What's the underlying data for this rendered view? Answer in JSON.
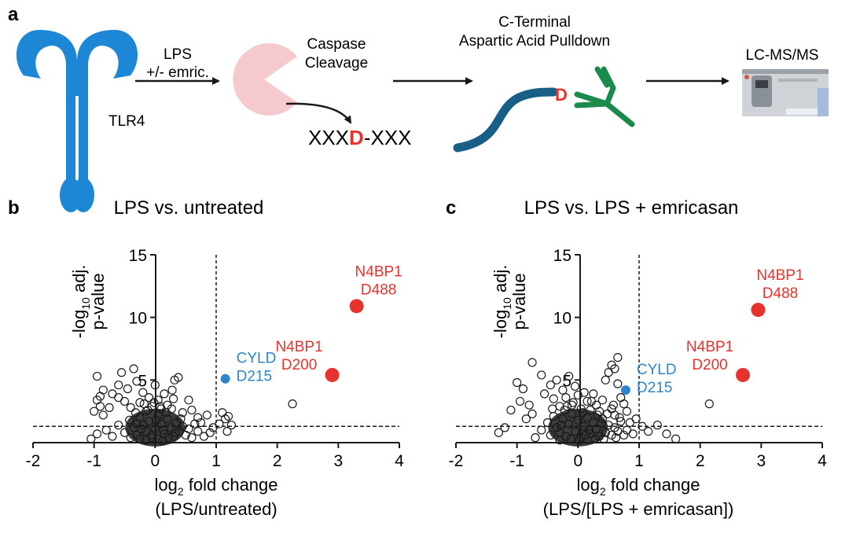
{
  "panel_a": {
    "letter": "a",
    "receptor_label": "TLR4",
    "treatment_line1": "LPS",
    "treatment_line2": "+/- emric.",
    "caspase_line1": "Caspase",
    "caspase_line2": "Cleavage",
    "substrate_left": "XXX",
    "substrate_site": "D",
    "substrate_right": "-XXX",
    "pulldown_line1": "C-Terminal",
    "pulldown_line2": "Aspartic Acid Pulldown",
    "peptide_residue": "D",
    "instrument_label": "LC-MS/MS"
  },
  "colors": {
    "receptor": "#1d87d6",
    "caspase": "#f6c9cf",
    "peptide": "#175f86",
    "antibody": "#1b8a4d",
    "highlight_red": "#e8322d",
    "highlight_blue": "#2e86c8"
  },
  "chart_data": [
    {
      "type": "scatter",
      "panel_letter": "b",
      "title": "LPS vs. untreated",
      "ylabel_line1_prefix": "-log",
      "ylabel_line1_sub": "10",
      "ylabel_line1_suffix": " adj.",
      "ylabel_line2": "p-value",
      "xlabel_prefix": "log",
      "xlabel_sub": "2",
      "xlabel_suffix": " fold change",
      "xlabel_line2": "(LPS/untreated)",
      "xlim": [
        -2,
        4
      ],
      "ylim": [
        0,
        15
      ],
      "xticks": [
        "-2",
        "-1",
        "0",
        "1",
        "2",
        "3",
        "4"
      ],
      "yticks": [
        "5",
        "10",
        "15"
      ],
      "vline_x": 1,
      "hline_y": 1.3,
      "highlighted": [
        {
          "label_line1": "N4BP1",
          "label_line2": "D488",
          "x": 3.3,
          "y": 10.9,
          "color": "red"
        },
        {
          "label_line1": "N4BP1",
          "label_line2": "D200",
          "x": 2.9,
          "y": 5.4,
          "color": "red"
        },
        {
          "label_line1": "CYLD",
          "label_line2": "D215",
          "x": 1.15,
          "y": 5.1,
          "color": "blue"
        }
      ],
      "background_points": [
        [
          -0.95,
          5.3
        ],
        [
          -0.85,
          4.2
        ],
        [
          -0.9,
          3.7
        ],
        [
          -0.95,
          3.4
        ],
        [
          -0.9,
          2.9
        ],
        [
          -1.0,
          2.5
        ],
        [
          -0.85,
          2.2
        ],
        [
          -0.75,
          2.8
        ],
        [
          -0.7,
          3.9
        ],
        [
          -0.6,
          3.6
        ],
        [
          -0.55,
          5.6
        ],
        [
          -0.6,
          4.6
        ],
        [
          -0.5,
          3.3
        ],
        [
          -0.45,
          4.3
        ],
        [
          -0.35,
          5.9
        ],
        [
          -0.4,
          2.8
        ],
        [
          -0.3,
          4.9
        ],
        [
          -0.25,
          3.2
        ],
        [
          -0.2,
          4.0
        ],
        [
          -0.15,
          2.5
        ],
        [
          -0.1,
          3.6
        ],
        [
          -0.05,
          2.9
        ],
        [
          0.0,
          4.6
        ],
        [
          0.05,
          3.4
        ],
        [
          0.1,
          2.7
        ],
        [
          0.15,
          3.9
        ],
        [
          0.2,
          3.0
        ],
        [
          0.28,
          4.2
        ],
        [
          0.32,
          5.0
        ],
        [
          0.38,
          5.2
        ],
        [
          0.3,
          3.5
        ],
        [
          0.45,
          2.4
        ],
        [
          0.55,
          3.4
        ],
        [
          0.6,
          2.6
        ],
        [
          0.7,
          2.0
        ],
        [
          0.75,
          1.6
        ],
        [
          0.85,
          2.2
        ],
        [
          0.95,
          1.2
        ],
        [
          0.9,
          0.8
        ],
        [
          0.65,
          1.5
        ],
        [
          1.1,
          2.4
        ],
        [
          1.2,
          2.1
        ],
        [
          1.05,
          1.5
        ],
        [
          1.15,
          1.9
        ],
        [
          1.25,
          1.4
        ],
        [
          1.18,
          0.9
        ],
        [
          2.25,
          3.1
        ],
        [
          -1.05,
          0.3
        ],
        [
          -0.95,
          0.7
        ],
        [
          -0.8,
          1.0
        ],
        [
          -0.7,
          0.5
        ],
        [
          -0.6,
          1.4
        ],
        [
          -0.5,
          0.8
        ],
        [
          -0.42,
          1.8
        ],
        [
          -0.35,
          1.2
        ],
        [
          -0.3,
          0.6
        ],
        [
          -0.25,
          2.0
        ],
        [
          -0.2,
          1.4
        ],
        [
          -0.15,
          0.9
        ],
        [
          -0.1,
          1.7
        ],
        [
          -0.05,
          0.4
        ],
        [
          0.0,
          1.1
        ],
        [
          0.05,
          2.2
        ],
        [
          0.1,
          1.5
        ],
        [
          0.15,
          0.7
        ],
        [
          0.2,
          1.9
        ],
        [
          0.25,
          1.2
        ],
        [
          0.3,
          0.5
        ],
        [
          0.35,
          1.6
        ],
        [
          0.4,
          0.9
        ],
        [
          0.45,
          1.3
        ],
        [
          0.5,
          0.6
        ],
        [
          0.55,
          1.1
        ],
        [
          0.6,
          0.4
        ],
        [
          0.7,
          0.9
        ],
        [
          0.8,
          0.5
        ],
        [
          -0.25,
          0.3
        ],
        [
          -0.15,
          0.2
        ],
        [
          -0.05,
          0.6
        ],
        [
          0.05,
          0.3
        ],
        [
          0.12,
          0.15
        ],
        [
          0.22,
          0.4
        ],
        [
          -0.3,
          1.5
        ],
        [
          -0.12,
          2.6
        ],
        [
          0.08,
          2.9
        ],
        [
          0.18,
          2.4
        ],
        [
          -0.4,
          0.4
        ],
        [
          -0.32,
          2.4
        ],
        [
          -0.22,
          1.1
        ],
        [
          -0.18,
          3.1
        ],
        [
          -0.02,
          3.2
        ],
        [
          0.02,
          1.8
        ],
        [
          0.13,
          1.0
        ],
        [
          0.27,
          2.7
        ],
        [
          0.33,
          0.8
        ],
        [
          0.42,
          1.9
        ]
      ]
    },
    {
      "type": "scatter",
      "panel_letter": "c",
      "title": "LPS vs. LPS + emricasan",
      "ylabel_line1_prefix": "-log",
      "ylabel_line1_sub": "10",
      "ylabel_line1_suffix": " adj.",
      "ylabel_line2": "p-value",
      "xlabel_prefix": "log",
      "xlabel_sub": "2",
      "xlabel_suffix": " fold change",
      "xlabel_line2": "(LPS/[LPS + emricasan])",
      "xlim": [
        -2,
        4
      ],
      "ylim": [
        0,
        15
      ],
      "xticks": [
        "-2",
        "-1",
        "0",
        "1",
        "2",
        "3",
        "4"
      ],
      "yticks": [
        "5",
        "10",
        "15"
      ],
      "vline_x": 1,
      "hline_y": 1.3,
      "highlighted": [
        {
          "label_line1": "N4BP1",
          "label_line2": "D488",
          "x": 2.95,
          "y": 10.6,
          "color": "red"
        },
        {
          "label_line1": "N4BP1",
          "label_line2": "D200",
          "x": 2.7,
          "y": 5.4,
          "color": "red"
        },
        {
          "label_line1": "CYLD",
          "label_line2": "D215",
          "x": 0.78,
          "y": 4.2,
          "color": "blue"
        }
      ],
      "background_points": [
        [
          -0.75,
          6.4
        ],
        [
          -1.0,
          4.8
        ],
        [
          -0.9,
          4.3
        ],
        [
          -0.95,
          3.3
        ],
        [
          -0.8,
          3.0
        ],
        [
          -1.1,
          2.6
        ],
        [
          -0.75,
          2.3
        ],
        [
          -0.85,
          1.9
        ],
        [
          -1.2,
          1.2
        ],
        [
          -1.3,
          0.8
        ],
        [
          -0.6,
          5.4
        ],
        [
          -0.55,
          3.9
        ],
        [
          -0.45,
          4.6
        ],
        [
          -0.4,
          3.5
        ],
        [
          -0.35,
          5.0
        ],
        [
          -0.3,
          2.9
        ],
        [
          -0.25,
          4.2
        ],
        [
          -0.2,
          3.6
        ],
        [
          -0.15,
          5.3
        ],
        [
          -0.1,
          3.0
        ],
        [
          -0.05,
          4.5
        ],
        [
          0.0,
          3.8
        ],
        [
          0.05,
          2.7
        ],
        [
          0.1,
          4.0
        ],
        [
          0.15,
          3.3
        ],
        [
          0.2,
          2.6
        ],
        [
          0.25,
          3.9
        ],
        [
          0.3,
          3.0
        ],
        [
          0.35,
          2.5
        ],
        [
          0.4,
          3.4
        ],
        [
          0.45,
          5.0
        ],
        [
          0.5,
          5.6
        ],
        [
          0.55,
          6.2
        ],
        [
          0.6,
          5.9
        ],
        [
          0.65,
          4.7
        ],
        [
          0.7,
          3.6
        ],
        [
          0.55,
          2.7
        ],
        [
          0.6,
          2.2
        ],
        [
          0.75,
          3.1
        ],
        [
          0.8,
          2.5
        ],
        [
          0.85,
          1.6
        ],
        [
          0.95,
          1.9
        ],
        [
          1.05,
          1.3
        ],
        [
          1.15,
          0.9
        ],
        [
          1.3,
          1.4
        ],
        [
          1.45,
          0.7
        ],
        [
          1.6,
          0.3
        ],
        [
          2.15,
          3.1
        ],
        [
          0.65,
          6.8
        ],
        [
          -0.7,
          0.4
        ],
        [
          -0.6,
          1.0
        ],
        [
          -0.5,
          1.6
        ],
        [
          -0.45,
          0.6
        ],
        [
          -0.4,
          2.1
        ],
        [
          -0.35,
          1.2
        ],
        [
          -0.3,
          0.8
        ],
        [
          -0.25,
          1.9
        ],
        [
          -0.2,
          0.5
        ],
        [
          -0.15,
          1.5
        ],
        [
          -0.1,
          2.3
        ],
        [
          -0.05,
          0.9
        ],
        [
          0.0,
          1.8
        ],
        [
          0.05,
          0.4
        ],
        [
          0.1,
          1.3
        ],
        [
          0.15,
          2.0
        ],
        [
          0.2,
          0.7
        ],
        [
          0.25,
          1.6
        ],
        [
          0.3,
          1.1
        ],
        [
          0.35,
          0.5
        ],
        [
          0.4,
          1.9
        ],
        [
          0.45,
          0.8
        ],
        [
          0.5,
          1.4
        ],
        [
          0.55,
          0.6
        ],
        [
          0.6,
          1.2
        ],
        [
          0.65,
          0.9
        ],
        [
          0.7,
          1.7
        ],
        [
          0.75,
          0.6
        ],
        [
          0.8,
          1.0
        ],
        [
          0.9,
          0.7
        ],
        [
          -0.3,
          0.2
        ],
        [
          -0.12,
          0.3
        ],
        [
          0.02,
          0.2
        ],
        [
          0.12,
          0.6
        ],
        [
          0.28,
          0.3
        ],
        [
          -0.22,
          2.6
        ],
        [
          -0.08,
          3.2
        ],
        [
          0.08,
          2.4
        ],
        [
          0.18,
          1.0
        ],
        [
          0.32,
          2.2
        ],
        [
          -0.42,
          2.7
        ],
        [
          -0.28,
          1.4
        ],
        [
          -0.18,
          2.9
        ],
        [
          0.22,
          3.3
        ],
        [
          0.38,
          1.5
        ],
        [
          0.48,
          2.3
        ],
        [
          0.58,
          3.0
        ],
        [
          0.68,
          2.0
        ],
        [
          0.42,
          0.3
        ],
        [
          0.62,
          0.4
        ]
      ]
    }
  ]
}
